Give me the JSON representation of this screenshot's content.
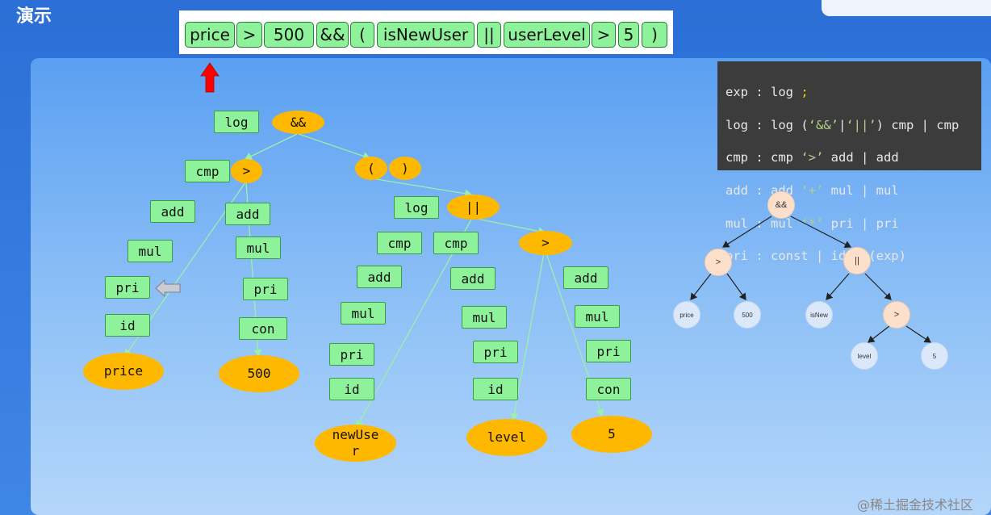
{
  "slide_title": "演示",
  "tokens": [
    "price",
    ">",
    "500",
    "&&",
    "(",
    "isNewUser",
    "||",
    "userLevel",
    ">",
    "5",
    ")"
  ],
  "parse_tree": {
    "rule_labels": {
      "log_1": "log",
      "cmp_1": "cmp",
      "add_1": "add",
      "mul_1": "mul",
      "pri_1": "pri",
      "id_1": "id",
      "add_2": "add",
      "mul_2": "mul",
      "pri_2": "pri",
      "con_2": "con",
      "log_2": "log",
      "cmp_3": "cmp",
      "add_3": "add",
      "mul_3": "mul",
      "pri_3": "pri",
      "id_3": "id",
      "cmp_4": "cmp",
      "add_4": "add",
      "mul_4": "mul",
      "pri_4": "pri",
      "id_4": "id",
      "add_5": "add",
      "mul_5": "mul",
      "pri_5": "pri",
      "con_5": "con"
    },
    "operators": {
      "and": "&&",
      "gt_1": ">",
      "lparen": "(",
      "rparen": ")",
      "or": "||",
      "gt_2": ">"
    },
    "leaves": {
      "price": "price",
      "500": "500",
      "newUser": "newUser",
      "level": "level",
      "five": "5"
    }
  },
  "grammar": {
    "lines": [
      {
        "lhs": "exp",
        "rhs": " : log ",
        "semi": ";"
      },
      {
        "lhs": "log",
        "rhs_parts": [
          " : log (",
          "‘&&’",
          "|",
          "‘||’",
          ") cmp | cmp"
        ]
      },
      {
        "lhs": "cmp",
        "rhs_parts": [
          " : cmp ",
          "‘>’",
          " add | add"
        ]
      },
      {
        "lhs": "add",
        "rhs_parts": [
          " : add ",
          "‘+’",
          " mul | mul"
        ]
      },
      {
        "lhs": "mul",
        "rhs_parts": [
          " : mul ",
          "‘*’",
          " pri | pri"
        ]
      },
      {
        "lhs": "pri",
        "rhs": " : const | id | (exp)"
      }
    ]
  },
  "ast": {
    "root": "&&",
    "gt_1": ">",
    "or": "||",
    "price": "price",
    "v500": "500",
    "isNew": "isNew",
    "gt_2": ">",
    "level": "level",
    "five": "5"
  },
  "watermark": "@稀土掘金技术社区",
  "colors": {
    "node_green": "#8ef29a",
    "operator_orange": "#ffb800",
    "arrow_red": "#ff0000"
  }
}
